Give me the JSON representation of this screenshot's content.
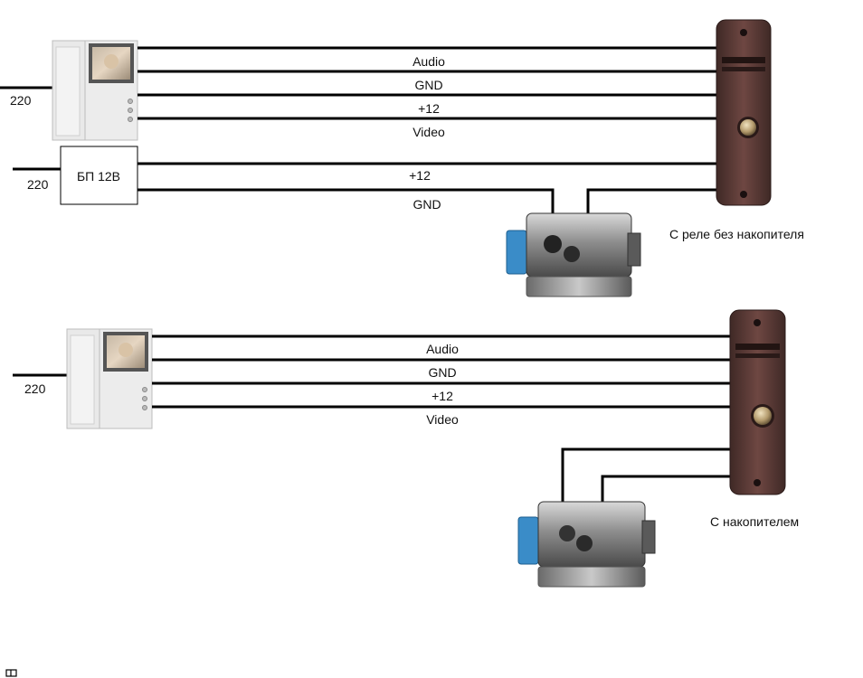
{
  "diagram": {
    "top": {
      "mains_monitor": "220",
      "mains_psu": "220",
      "psu_label": "БП 12В",
      "wires": [
        "Audio",
        "GND",
        "+12",
        "Video"
      ],
      "psu_wires": [
        "+12",
        "GND"
      ],
      "caption": "С реле без накопителя"
    },
    "bottom": {
      "mains_monitor": "220",
      "wires": [
        "Audio",
        "GND",
        "+12",
        "Video"
      ],
      "caption": "С накопителем"
    }
  },
  "colors": {
    "wire": "#000000",
    "panel_body": "#5a3a36",
    "panel_button": "#c8b48a",
    "lock_blue": "#3a8cc8",
    "lock_body": "#8a8a8a"
  }
}
